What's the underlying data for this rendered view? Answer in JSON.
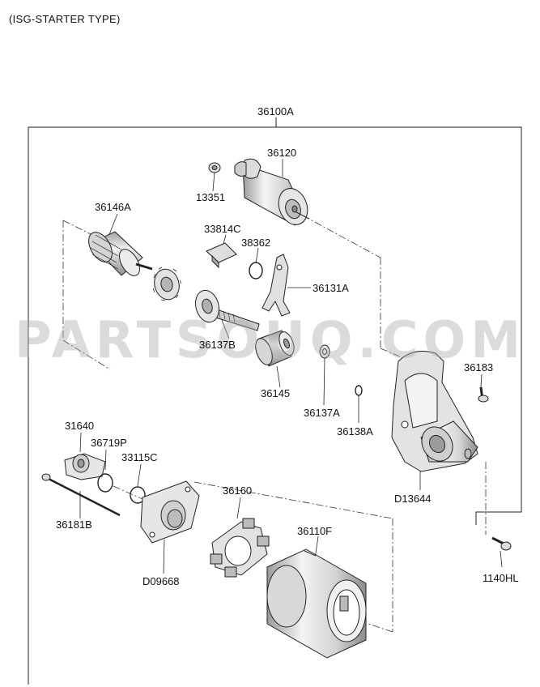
{
  "header": {
    "title": "(ISG-STARTER TYPE)"
  },
  "watermark": "PARTSOUQ.COM",
  "assembly": {
    "part_no": "36100A"
  },
  "parts": {
    "p36120": "36120",
    "p13351": "13351",
    "p36146A": "36146A",
    "p33814C": "33814C",
    "p38362": "38362",
    "p36131A": "36131A",
    "p36137B": "36137B",
    "p36145": "36145",
    "p36137A": "36137A",
    "p36138A": "36138A",
    "p36183": "36183",
    "pD13644": "D13644",
    "p31640": "31640",
    "p36719P": "36719P",
    "p33115C": "33115C",
    "p36181B": "36181B",
    "pD09668": "D09668",
    "p36160": "36160",
    "p36110F": "36110F",
    "p1140HL": "1140HL"
  },
  "colors": {
    "line": "#222222",
    "part_fill": "#f2f2f2",
    "part_shade": "#bdbdbd",
    "watermark": "#aaaaaa"
  }
}
